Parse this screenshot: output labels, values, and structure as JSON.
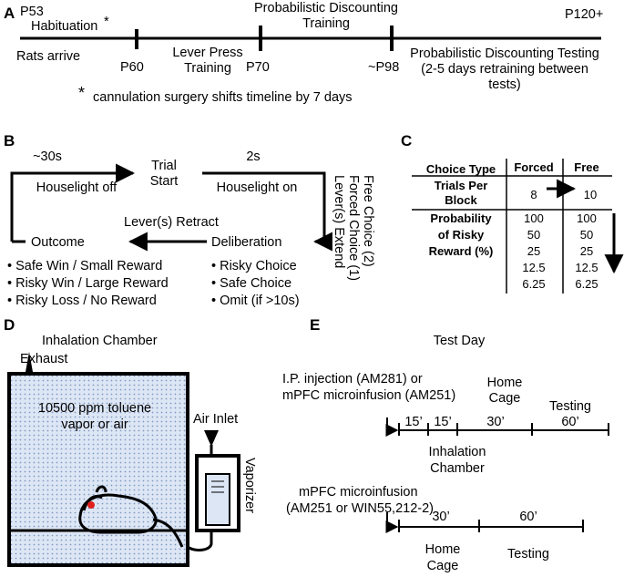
{
  "panel_a": {
    "label": "A",
    "p53": "P53",
    "habituation": "Habituation",
    "asterisk": "*",
    "rats_arrive": "Rats arrive",
    "p60": "P60",
    "lever_press_1": "Lever Press",
    "lever_press_2": "Training",
    "p70": "P70",
    "prob_disc_training_1": "Probabilistic Discounting",
    "prob_disc_training_2": "Training",
    "p98": "~P98",
    "p120": "P120+",
    "testing_1": "Probabilistic Discounting Testing",
    "testing_2": "(2-5 days retraining between",
    "testing_3": "tests)",
    "footnote_star": "*",
    "footnote": "cannulation surgery shifts timeline by 7 days"
  },
  "panel_b": {
    "label": "B",
    "t30": "~30s",
    "trial_1": "Trial",
    "trial_2": "Start",
    "t2": "2s",
    "houselight_off": "Houselight off",
    "houselight_on": "Houselight on",
    "vert_1": "Lever(s) Extend",
    "vert_2": "Forced Choice (1)",
    "vert_3": "Free Choice (2)",
    "lever_retract": "Lever(s) Retract",
    "outcome": "Outcome",
    "deliberation": "Deliberation",
    "outcomes": [
      "• Safe Win / Small Reward",
      "• Risky Win / Large Reward",
      "• Risky Loss / No Reward"
    ],
    "choices": [
      "• Risky Choice",
      "• Safe Choice",
      "• Omit (if >10s)"
    ]
  },
  "panel_c": {
    "label": "C",
    "col_header": "Choice Type",
    "forced": "Forced",
    "free": "Free",
    "trials_row_1": "Trials Per",
    "trials_row_2": "Block",
    "trials_forced": "8",
    "trials_free": "10",
    "prob_1": "Probability",
    "prob_2": "of Risky",
    "prob_3": "Reward (%)",
    "forced_probs": [
      "100",
      "50",
      "25",
      "12.5",
      "6.25"
    ],
    "free_probs": [
      "100",
      "50",
      "25",
      "12.5",
      "6.25"
    ]
  },
  "panel_d": {
    "label": "D",
    "title": "Inhalation Chamber",
    "exhaust": "Exhaust",
    "air_inlet": "Air Inlet",
    "vapor_1": "10500 ppm toluene",
    "vapor_2": "vapor or air",
    "vaporizer": "Vaporizer"
  },
  "panel_e": {
    "label": "E",
    "title": "Test Day",
    "inj_1": "I.P. injection (AM281) or",
    "inj_2": "mPFC microinfusion (AM251)",
    "home_1": "Home",
    "home_2": "Cage",
    "testing": "Testing",
    "seg_15a": "15’",
    "seg_15b": "15’",
    "seg_30": "30’",
    "seg_60": "60’",
    "inh_1": "Inhalation",
    "inh_2": "Chamber",
    "micro_1": "mPFC microinfusion",
    "micro_2": "(AM251 or WIN55,212-2)",
    "seg2_30": "30’",
    "seg2_60": "60’",
    "home2_1": "Home",
    "home2_2": "Cage",
    "testing2": "Testing"
  },
  "colors": {
    "ink": "#000000",
    "chamber_fill": "#dde6f4",
    "chamber_dot": "#7f98c6",
    "rat_eye": "#e0201b"
  }
}
